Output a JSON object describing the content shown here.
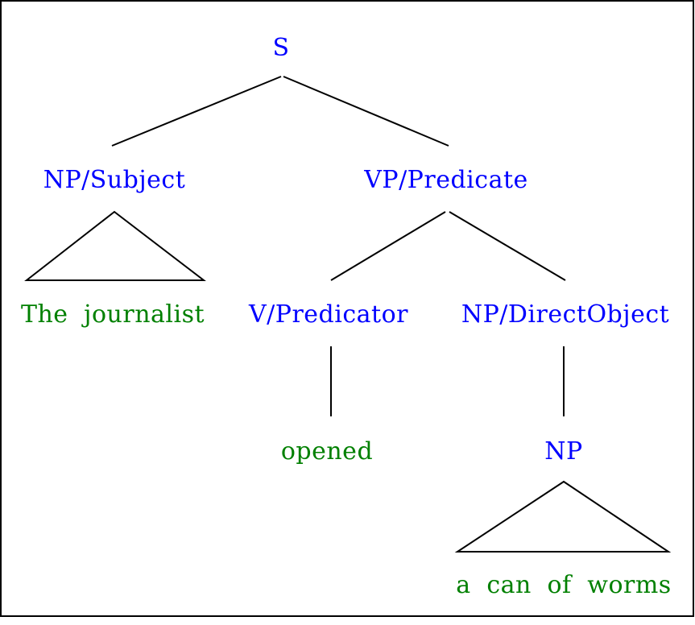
{
  "diagram": {
    "type": "syntax-tree",
    "nodes": {
      "s": "S",
      "np_subject": "NP/Subject",
      "vp_predicate": "VP/Predicate",
      "v_predicator": "V/Predicator",
      "np_direct_object": "NP/DirectObject",
      "np": "NP"
    },
    "leaves": {
      "subject": "The journalist",
      "verb": "opened",
      "object": "a can of worms"
    },
    "edges": [
      {
        "from": "S",
        "to": "NP/Subject",
        "style": "line"
      },
      {
        "from": "S",
        "to": "VP/Predicate",
        "style": "line"
      },
      {
        "from": "NP/Subject",
        "to": "The journalist",
        "style": "triangle"
      },
      {
        "from": "VP/Predicate",
        "to": "V/Predicator",
        "style": "line"
      },
      {
        "from": "VP/Predicate",
        "to": "NP/DirectObject",
        "style": "line"
      },
      {
        "from": "V/Predicator",
        "to": "opened",
        "style": "line"
      },
      {
        "from": "NP/DirectObject",
        "to": "NP",
        "style": "line"
      },
      {
        "from": "NP",
        "to": "a can of worms",
        "style": "triangle"
      }
    ],
    "colors": {
      "phrase_label": "#0000ff",
      "terminal_text": "#008000",
      "edge": "#000000",
      "border": "#000000",
      "background": "#ffffff"
    }
  }
}
